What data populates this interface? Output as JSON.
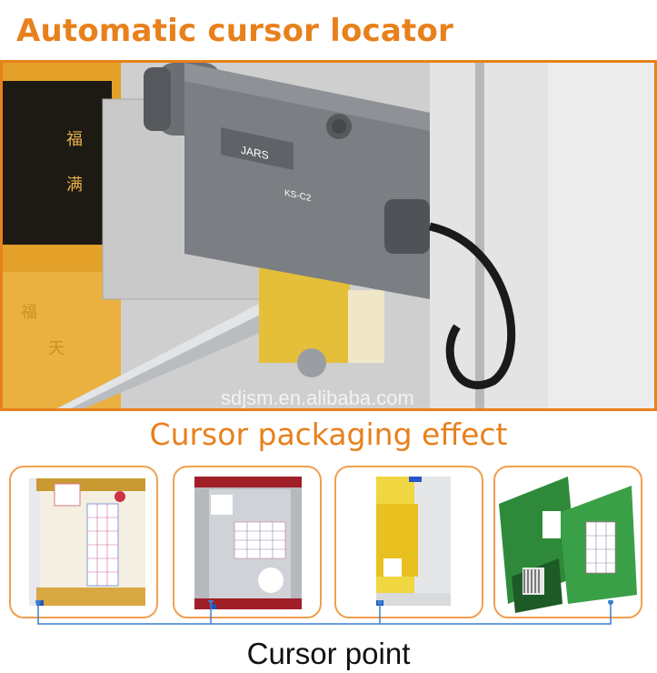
{
  "header": {
    "title": "Automatic cursor locator"
  },
  "photo": {
    "watermark": "sdjsm.en.alibaba.com",
    "sensor_brand": "JARS",
    "sensor_model": "KS-C2"
  },
  "packaging": {
    "title": "Cursor packaging effect",
    "samples": [
      {
        "name": "white-gold-sachet"
      },
      {
        "name": "silver-foil-sachet"
      },
      {
        "name": "yellow-stick-pack"
      },
      {
        "name": "green-candy-pack"
      }
    ]
  },
  "footer": {
    "label": "Cursor point"
  },
  "colors": {
    "accent": "#e8801c",
    "card_border": "#f0a050",
    "guide_line": "#3a7fd0"
  }
}
